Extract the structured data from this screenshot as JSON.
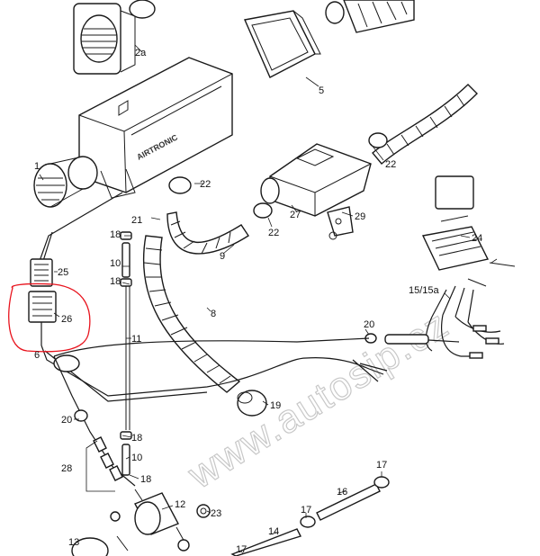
{
  "watermark": "www.autosip.cz",
  "heater_brand": "AIRTRONIC",
  "highlight_color": "#e8141e",
  "callouts": [
    {
      "id": "1",
      "label": "1"
    },
    {
      "id": "2a",
      "label": "2a"
    },
    {
      "id": "5",
      "label": "5"
    },
    {
      "id": "6",
      "label": "6"
    },
    {
      "id": "8",
      "label": "8"
    },
    {
      "id": "9",
      "label": "9"
    },
    {
      "id": "10a",
      "label": "10"
    },
    {
      "id": "10b",
      "label": "10"
    },
    {
      "id": "11",
      "label": "11"
    },
    {
      "id": "12",
      "label": "12"
    },
    {
      "id": "13",
      "label": "13"
    },
    {
      "id": "14",
      "label": "14"
    },
    {
      "id": "15",
      "label": "15/15a"
    },
    {
      "id": "16",
      "label": "16"
    },
    {
      "id": "17a",
      "label": "17"
    },
    {
      "id": "17b",
      "label": "17"
    },
    {
      "id": "17c",
      "label": "17"
    },
    {
      "id": "18a",
      "label": "18"
    },
    {
      "id": "18b",
      "label": "18"
    },
    {
      "id": "18c",
      "label": "18"
    },
    {
      "id": "18d",
      "label": "18"
    },
    {
      "id": "19",
      "label": "19"
    },
    {
      "id": "20a",
      "label": "20"
    },
    {
      "id": "20b",
      "label": "20"
    },
    {
      "id": "21",
      "label": "21"
    },
    {
      "id": "22a",
      "label": "22"
    },
    {
      "id": "22b",
      "label": "22"
    },
    {
      "id": "22c",
      "label": "22"
    },
    {
      "id": "23",
      "label": "23"
    },
    {
      "id": "24",
      "label": "24"
    },
    {
      "id": "25",
      "label": "25"
    },
    {
      "id": "26",
      "label": "26"
    },
    {
      "id": "27",
      "label": "27"
    },
    {
      "id": "28",
      "label": "28"
    },
    {
      "id": "29",
      "label": "29"
    }
  ]
}
